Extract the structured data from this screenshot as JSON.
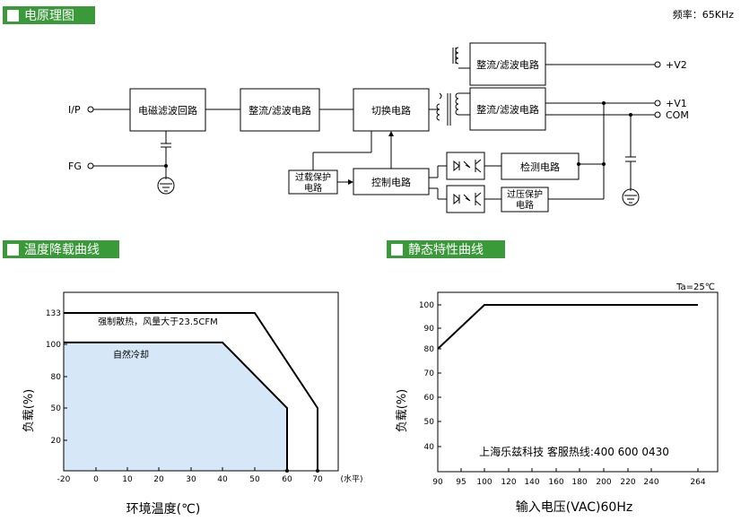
{
  "sections": {
    "principle": "电原理图",
    "derating": "温度降载曲线",
    "static": "静态特性曲线"
  },
  "frequency": "频率：65KHz",
  "block": {
    "emi": "电磁滤波回路",
    "rect1": "整流/滤波电路",
    "switch": "切换电路",
    "rect_v2": "整流/滤波电路",
    "rect_v1": "整流/滤波电路",
    "ovp1": "过载保护",
    "ovp2": "电路",
    "control": "控制电路",
    "detect": "检测电路",
    "ovv1": "过压保护",
    "ovv2": "电路"
  },
  "ports": {
    "ip": "I/P",
    "fg": "FG",
    "v2": "+V2",
    "v1": "+V1",
    "com": "COM"
  },
  "colors": {
    "accent": "#3a9a3a",
    "fill": "#d6e8f7"
  },
  "chart_data": [
    {
      "type": "line",
      "title": "",
      "xlabel": "环境温度(℃)",
      "ylabel": "负载(%)",
      "x_ticks": [
        "-20",
        "0",
        "10",
        "20",
        "30",
        "40",
        "50",
        "60",
        "70"
      ],
      "y_ticks": [
        "20",
        "50",
        "80",
        "100",
        "133"
      ],
      "x_unit": "(水平)",
      "series": [
        {
          "name": "强制散热，风量大于23.5CFM",
          "x": [
            -20,
            50,
            70,
            70
          ],
          "y": [
            133,
            133,
            50,
            0
          ]
        },
        {
          "name": "自然冷却",
          "x": [
            -20,
            40,
            60,
            60
          ],
          "y": [
            102,
            102,
            50,
            0
          ]
        }
      ]
    },
    {
      "type": "line",
      "title": "",
      "annotation": "Ta=25℃",
      "xlabel": "输入电压(VAC)60Hz",
      "ylabel": "负载(%)",
      "x_ticks": [
        "90",
        "95",
        "100",
        "120",
        "140",
        "160",
        "180",
        "200",
        "220",
        "240",
        "264"
      ],
      "y_ticks": [
        "40",
        "50",
        "60",
        "70",
        "80",
        "90",
        "100"
      ],
      "series": [
        {
          "x": [
            90,
            100,
            264
          ],
          "y": [
            80,
            100,
            100
          ]
        }
      ]
    }
  ],
  "watermark": "上海乐兹科技 客服热线:400 600 0430"
}
